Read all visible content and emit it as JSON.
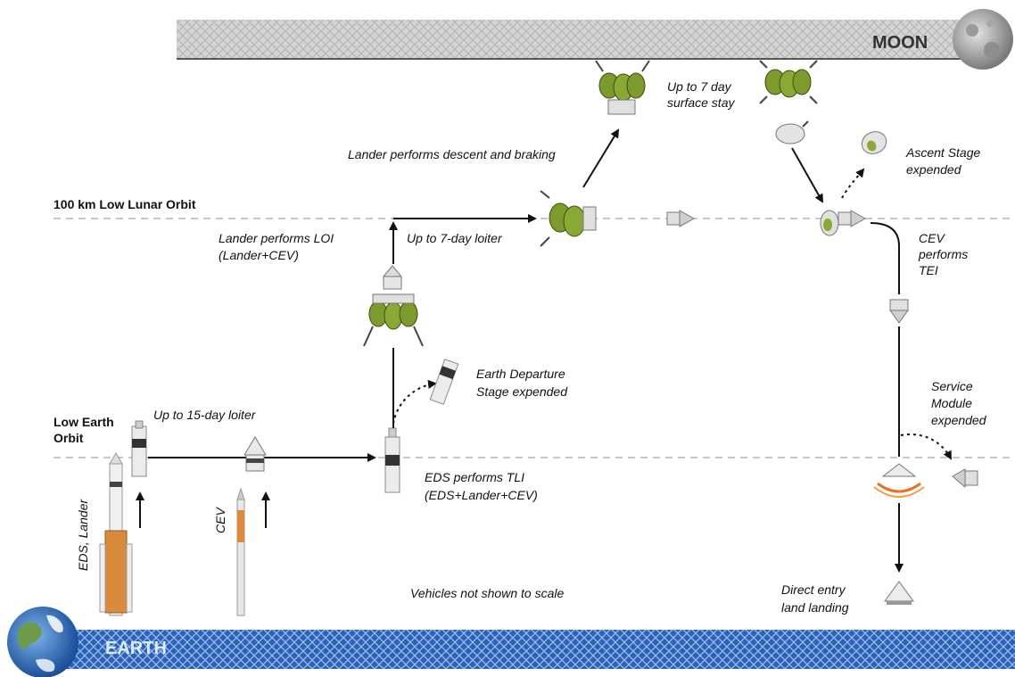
{
  "bands": {
    "moon": "MOON",
    "earth": "EARTH"
  },
  "orbits": {
    "llo": "100 km Low Lunar Orbit",
    "leo_line1": "Low Earth",
    "leo_line2": "Orbit"
  },
  "labels": {
    "surface_stay_1": "Up to 7 day",
    "surface_stay_2": "surface stay",
    "descent": "Lander performs descent and braking",
    "ascent_1": "Ascent Stage",
    "ascent_2": "expended",
    "loi_1": "Lander performs LOI",
    "loi_2": "(Lander+CEV)",
    "loiter7": "Up to 7-day loiter",
    "tei_1": "CEV",
    "tei_2": "performs",
    "tei_3": "TEI",
    "eds_exp_1": "Earth Departure",
    "eds_exp_2": "Stage expended",
    "sm_exp_1": "Service",
    "sm_exp_2": "Module",
    "sm_exp_3": "expended",
    "loiter15": "Up to 15-day loiter",
    "tli_1": "EDS performs TLI",
    "tli_2": "(EDS+Lander+CEV)",
    "rocket_eds": "EDS, Lander",
    "rocket_cev": "CEV",
    "scale_note": "Vehicles not shown to scale",
    "landing_1": "Direct entry",
    "landing_2": "land landing"
  },
  "colors": {
    "band_moon": "#cfcfcf",
    "band_earth": "#2a62b8",
    "lander_green": "#7d9a2c",
    "booster_orange": "#d98a3a",
    "heat_glow": "#e8702a"
  }
}
